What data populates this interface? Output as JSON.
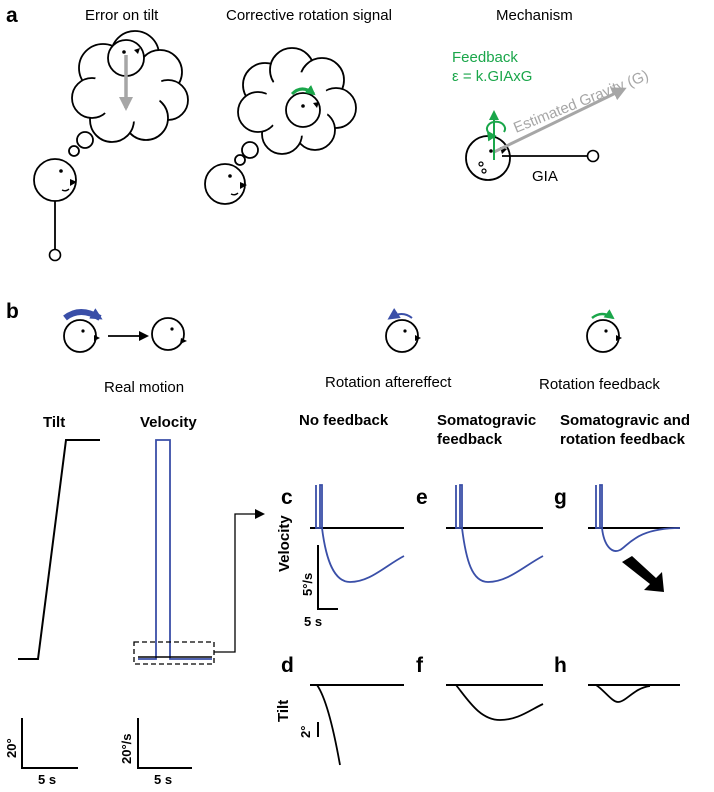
{
  "panel_a": {
    "letter": "a",
    "titles": [
      "Error on tilt",
      "Corrective rotation signal",
      "Mechanism"
    ],
    "feedback_label": "Feedback",
    "feedback_formula": "ε = k.GIAxG",
    "gravity_label": "Estimated Gravity (G)",
    "gia_label": "GIA"
  },
  "panel_b": {
    "letter": "b",
    "row_titles": [
      "Real motion",
      "Rotation aftereffect",
      "Rotation feedback"
    ],
    "real_motion_headers": [
      "Tilt",
      "Velocity"
    ],
    "column_headers": {
      "no_feedback": "No feedback",
      "somatogravic_1": "Somatogravic",
      "somatogravic_2": "feedback",
      "somatogravic_rot_1": "Somatogravic and",
      "somatogravic_rot_2": "rotation feedback"
    },
    "subpanels": [
      "c",
      "d",
      "e",
      "f",
      "g",
      "h"
    ],
    "row_labels": {
      "velocity": "Velocity",
      "tilt": "Tilt"
    },
    "scalebars": {
      "tilt_y": "20°",
      "tilt_x": "5 s",
      "vel_y": "20°/s",
      "vel_x": "5 s",
      "c_y": "5°/s",
      "c_x": "5 s",
      "d_y": "2°"
    }
  },
  "colors": {
    "blue": "#3a4fa8",
    "green": "#1aa64a",
    "gray": "#a6a6a6",
    "black": "#000000"
  }
}
